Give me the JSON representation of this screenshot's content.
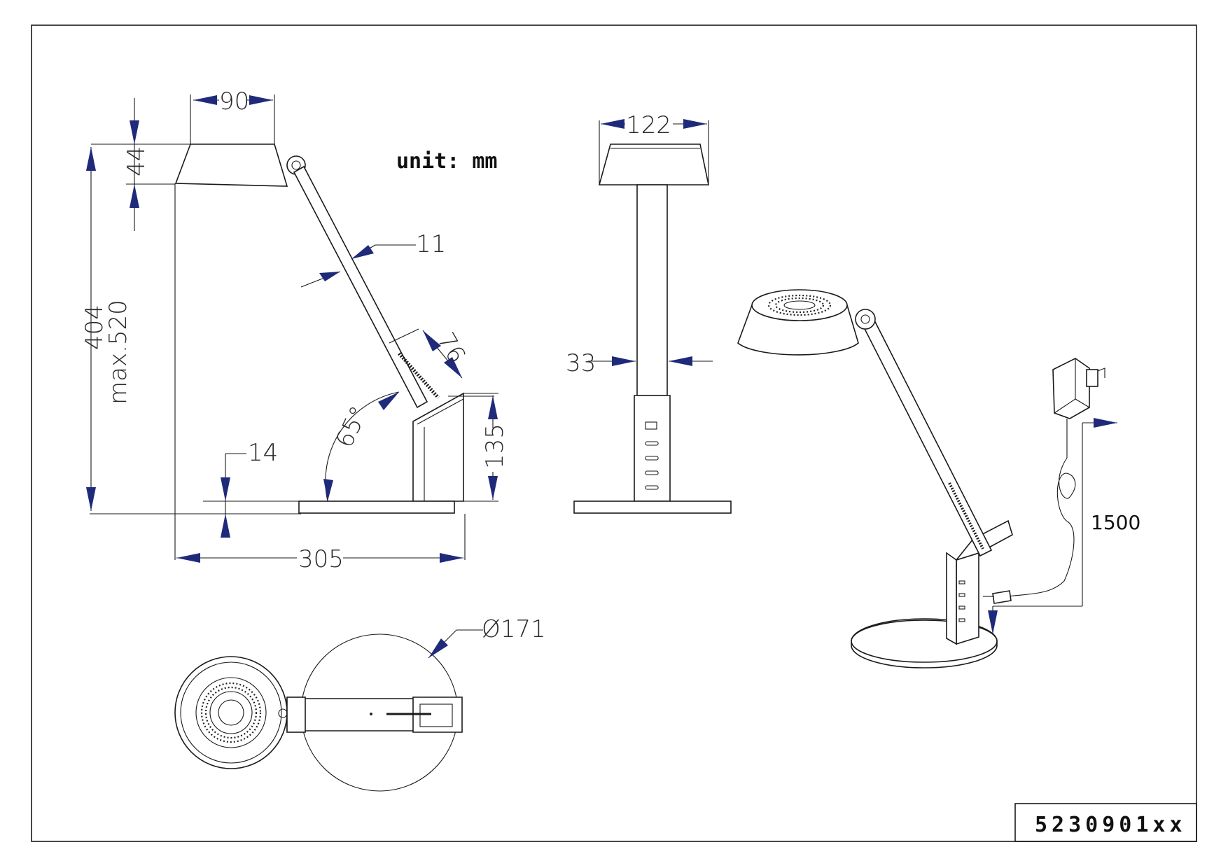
{
  "sheet": {
    "unit_label": "unit: mm",
    "product_code": "5230901xx"
  },
  "dimensions": {
    "shade_width_side": "90",
    "shade_height": "44",
    "arm_thickness": "11",
    "base_angle": "65°",
    "holder_width": "76",
    "total_height": "404",
    "max_height": "max.520",
    "base_thickness": "14",
    "base_column_height": "135",
    "total_depth": "305",
    "shade_width_front": "122",
    "column_width": "33",
    "base_diameter": "Ø171",
    "cable_length": "1500"
  },
  "colors": {
    "arrow": "#1f2a7a",
    "line": "#1a1a1a"
  }
}
